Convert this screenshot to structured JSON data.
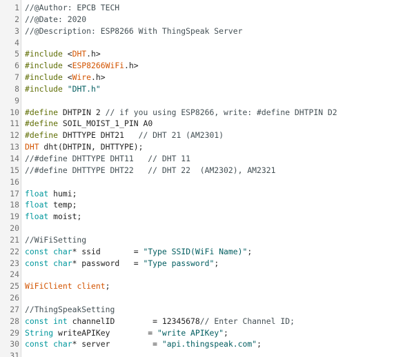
{
  "editor": {
    "colors": {
      "preprocessor": "#5e6d03",
      "type": "#00979c",
      "class": "#d35400",
      "string": "#005c5f",
      "comment": "#434f54",
      "text": "#222222",
      "line_number": "#707070"
    },
    "lines": [
      {
        "n": "1",
        "tokens": [
          {
            "t": "//@Author: EPCB TECH",
            "c": "cmt"
          }
        ]
      },
      {
        "n": "2",
        "tokens": [
          {
            "t": "//@Date: 2020",
            "c": "cmt"
          }
        ]
      },
      {
        "n": "3",
        "tokens": [
          {
            "t": "//@Description: ESP8266 With ThingSpeak Server",
            "c": "cmt"
          }
        ]
      },
      {
        "n": "4",
        "tokens": []
      },
      {
        "n": "5",
        "tokens": [
          {
            "t": "#include",
            "c": "kw"
          },
          {
            "t": " <",
            "c": "ident"
          },
          {
            "t": "DHT",
            "c": "cls"
          },
          {
            "t": ".h>",
            "c": "ident"
          }
        ]
      },
      {
        "n": "6",
        "tokens": [
          {
            "t": "#include",
            "c": "kw"
          },
          {
            "t": " <",
            "c": "ident"
          },
          {
            "t": "ESP8266WiFi",
            "c": "cls"
          },
          {
            "t": ".h>",
            "c": "ident"
          }
        ]
      },
      {
        "n": "7",
        "tokens": [
          {
            "t": "#include",
            "c": "kw"
          },
          {
            "t": " <",
            "c": "ident"
          },
          {
            "t": "Wire",
            "c": "cls"
          },
          {
            "t": ".h>",
            "c": "ident"
          }
        ]
      },
      {
        "n": "8",
        "tokens": [
          {
            "t": "#include",
            "c": "kw"
          },
          {
            "t": " ",
            "c": "ident"
          },
          {
            "t": "\"DHT.h\"",
            "c": "str"
          }
        ]
      },
      {
        "n": "9",
        "tokens": []
      },
      {
        "n": "10",
        "tokens": [
          {
            "t": "#define",
            "c": "kw"
          },
          {
            "t": " DHTPIN 2 ",
            "c": "ident"
          },
          {
            "t": "// if you using ESP8266, write: #define DHTPIN D2",
            "c": "cmt"
          }
        ]
      },
      {
        "n": "11",
        "tokens": [
          {
            "t": "#define",
            "c": "kw"
          },
          {
            "t": " SOIL_MOIST_1_PIN A0",
            "c": "ident"
          }
        ]
      },
      {
        "n": "12",
        "tokens": [
          {
            "t": "#define",
            "c": "kw"
          },
          {
            "t": " DHTTYPE DHT21   ",
            "c": "ident"
          },
          {
            "t": "// DHT 21 (AM2301)",
            "c": "cmt"
          }
        ]
      },
      {
        "n": "13",
        "tokens": [
          {
            "t": "DHT",
            "c": "cls"
          },
          {
            "t": " dht(DHTPIN, DHTTYPE);",
            "c": "ident"
          }
        ]
      },
      {
        "n": "14",
        "tokens": [
          {
            "t": "//#define DHTTYPE DHT11   // DHT 11",
            "c": "cmt"
          }
        ]
      },
      {
        "n": "15",
        "tokens": [
          {
            "t": "//#define DHTTYPE DHT22   // DHT 22  (AM2302), AM2321",
            "c": "cmt"
          }
        ]
      },
      {
        "n": "16",
        "tokens": []
      },
      {
        "n": "17",
        "tokens": [
          {
            "t": "float",
            "c": "typ"
          },
          {
            "t": " humi;",
            "c": "ident"
          }
        ]
      },
      {
        "n": "18",
        "tokens": [
          {
            "t": "float",
            "c": "typ"
          },
          {
            "t": " temp;",
            "c": "ident"
          }
        ]
      },
      {
        "n": "19",
        "tokens": [
          {
            "t": "float",
            "c": "typ"
          },
          {
            "t": " moist;",
            "c": "ident"
          }
        ]
      },
      {
        "n": "20",
        "tokens": []
      },
      {
        "n": "21",
        "tokens": [
          {
            "t": "//WiFiSetting",
            "c": "cmt"
          }
        ]
      },
      {
        "n": "22",
        "tokens": [
          {
            "t": "const",
            "c": "typ"
          },
          {
            "t": " ",
            "c": "ident"
          },
          {
            "t": "char",
            "c": "typ"
          },
          {
            "t": "* ssid       = ",
            "c": "ident"
          },
          {
            "t": "\"Type SSID(WiFi Name)\"",
            "c": "str"
          },
          {
            "t": ";",
            "c": "ident"
          }
        ]
      },
      {
        "n": "23",
        "tokens": [
          {
            "t": "const",
            "c": "typ"
          },
          {
            "t": " ",
            "c": "ident"
          },
          {
            "t": "char",
            "c": "typ"
          },
          {
            "t": "* password   = ",
            "c": "ident"
          },
          {
            "t": "\"Type password\"",
            "c": "str"
          },
          {
            "t": ";",
            "c": "ident"
          }
        ]
      },
      {
        "n": "24",
        "tokens": []
      },
      {
        "n": "25",
        "tokens": [
          {
            "t": "WiFiClient",
            "c": "cls"
          },
          {
            "t": " ",
            "c": "ident"
          },
          {
            "t": "client",
            "c": "cls"
          },
          {
            "t": ";",
            "c": "ident"
          }
        ]
      },
      {
        "n": "26",
        "tokens": []
      },
      {
        "n": "27",
        "tokens": [
          {
            "t": "//ThingSpeakSetting",
            "c": "cmt"
          }
        ]
      },
      {
        "n": "28",
        "tokens": [
          {
            "t": "const",
            "c": "typ"
          },
          {
            "t": " ",
            "c": "ident"
          },
          {
            "t": "int",
            "c": "typ"
          },
          {
            "t": " channelID        = 12345678",
            "c": "ident"
          },
          {
            "t": "// Enter Channel ID;",
            "c": "cmt"
          }
        ]
      },
      {
        "n": "29",
        "tokens": [
          {
            "t": "String",
            "c": "typ"
          },
          {
            "t": " writeAPIKey        = ",
            "c": "ident"
          },
          {
            "t": "\"write APIKey\"",
            "c": "str"
          },
          {
            "t": ";",
            "c": "ident"
          }
        ]
      },
      {
        "n": "30",
        "tokens": [
          {
            "t": "const",
            "c": "typ"
          },
          {
            "t": " ",
            "c": "ident"
          },
          {
            "t": "char",
            "c": "typ"
          },
          {
            "t": "* server         = ",
            "c": "ident"
          },
          {
            "t": "\"api.thingspeak.com\"",
            "c": "str"
          },
          {
            "t": ";",
            "c": "ident"
          }
        ]
      },
      {
        "n": "31",
        "tokens": []
      }
    ]
  }
}
